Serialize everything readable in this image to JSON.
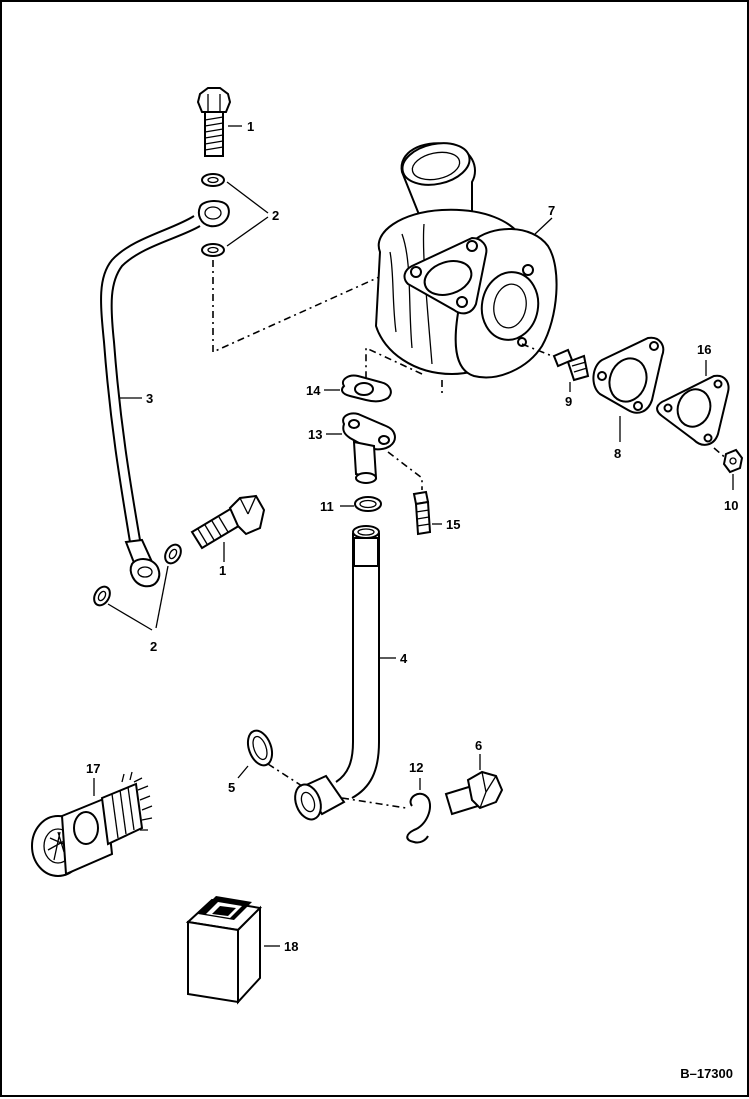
{
  "diagram": {
    "code": "B–17300",
    "callouts": {
      "c1a": "1",
      "c1b": "1",
      "c2a": "2",
      "c2b": "2",
      "c3": "3",
      "c4": "4",
      "c5": "5",
      "c6": "6",
      "c7": "7",
      "c8": "8",
      "c9": "9",
      "c10": "10",
      "c11": "11",
      "c12": "12",
      "c13": "13",
      "c14": "14",
      "c15": "15",
      "c16": "16",
      "c17": "17",
      "c18": "18"
    }
  }
}
